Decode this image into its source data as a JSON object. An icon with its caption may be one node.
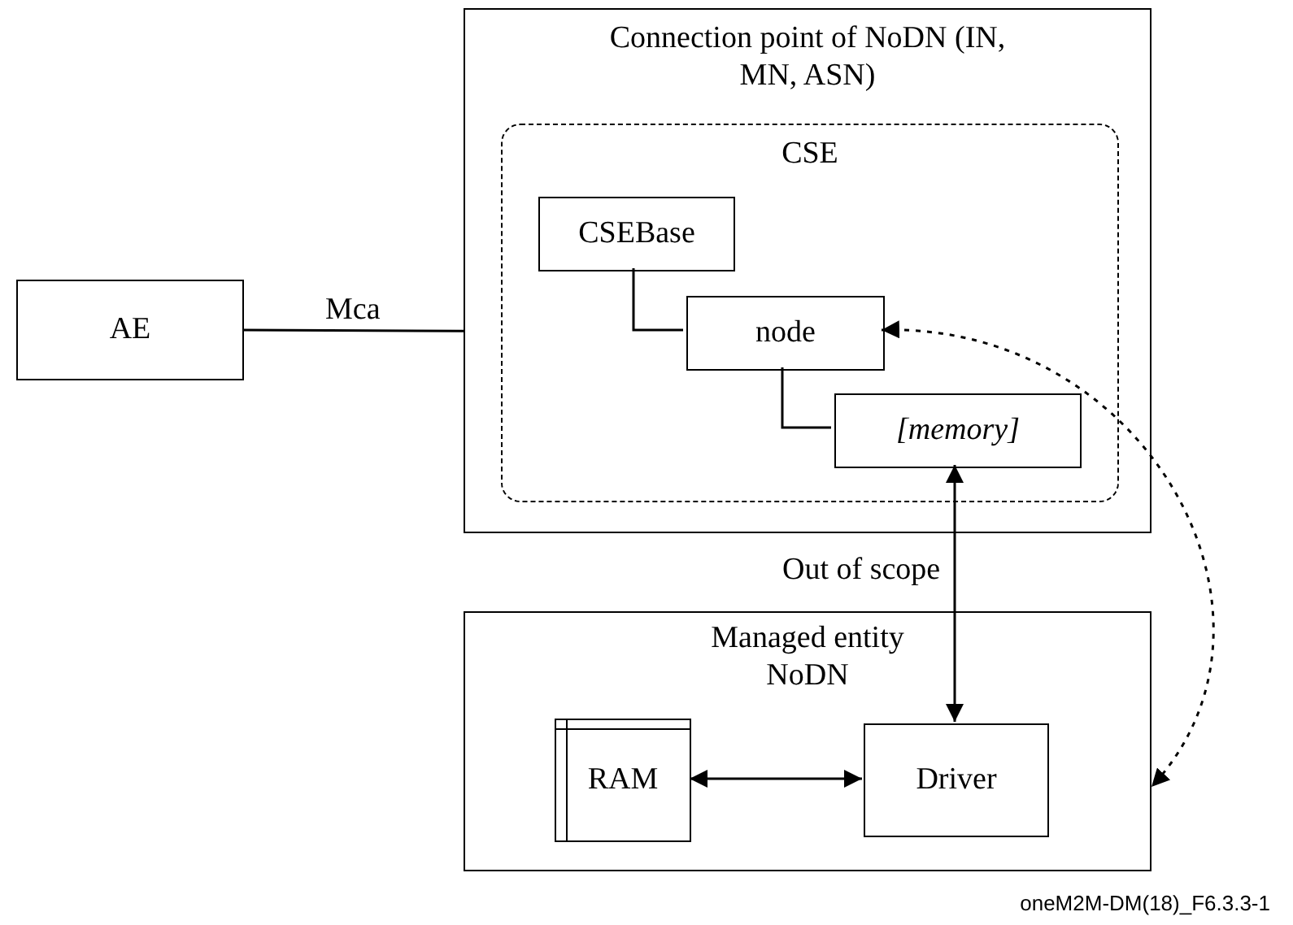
{
  "diagram": {
    "caption": "oneM2M-DM(18)_F6.3.3-1",
    "nodes": [
      {
        "text": [
          "AE"
        ]
      },
      {
        "text": [
          "Connection point of NoDN (IN, MN, ASN)"
        ]
      },
      {
        "text": [
          "CSE"
        ],
        "in": 1
      },
      {
        "text": [
          "CSEBase"
        ],
        "in": 2
      },
      {
        "text": [
          "node"
        ],
        "in": 2
      },
      {
        "text": [
          "[memory]"
        ],
        "in": 2
      },
      {
        "text": [
          "Managed entity NoDN"
        ]
      },
      {
        "text": [
          "RAM"
        ],
        "in": 6
      },
      {
        "text": [
          "Driver"
        ],
        "in": 6
      }
    ],
    "edges": [
      {
        "from": 0,
        "to": 1,
        "arrow": "none",
        "label": "Mca"
      },
      {
        "from": 3,
        "to": 4,
        "arrow": "none"
      },
      {
        "from": 4,
        "to": 5,
        "arrow": "none"
      },
      {
        "from": 5,
        "to": 8,
        "arrow": "both",
        "label": "Out of scope"
      },
      {
        "from": 7,
        "to": 8,
        "arrow": "both"
      },
      {
        "from": 4,
        "to": 6,
        "arrow": "both",
        "style": "dashed"
      }
    ]
  }
}
